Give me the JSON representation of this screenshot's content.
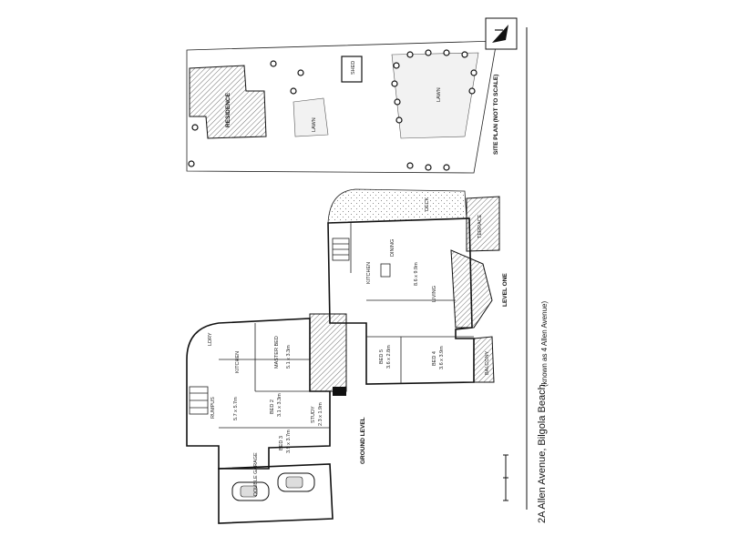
{
  "title": "2A Allen Avenue, Bilgola Beach",
  "subtitle": "(known as 4 Allen Avenue)",
  "site_plan": {
    "heading": "SITE PLAN (NOT TO SCALE)",
    "residence": "RESIDENCE",
    "shed": "SHED",
    "lawn_1": "LAWN",
    "lawn_2": "LAWN"
  },
  "level_one": {
    "heading": "LEVEL ONE",
    "deck": "DECK",
    "terrace": "TERRACE",
    "balcony": "BALCONY",
    "dining": "DINING",
    "kitchen": "KITCHEN",
    "living": "LIVING",
    "living_size": "8.6 x 9.9m",
    "bed5": "BED 5",
    "bed5_size": "3.6 x 2.8m",
    "bed4": "BED 4",
    "bed4_size": "3.6 x 3.9m"
  },
  "ground_level": {
    "heading": "GROUND LEVEL",
    "rumpus": "RUMPUS",
    "rumpus_size": "5.7 x 5.7m",
    "kitchen": "KITCHEN",
    "laundry": "LDRY",
    "master_bed": "MASTER BED",
    "master_bed_size": "5.1 x 3.3m",
    "bed2": "BED 2",
    "bed2_size": "3.1 x 3.3m",
    "bed3": "BED 3",
    "bed3_size": "3.9 x 3.7m",
    "study": "STUDY",
    "study_size": "2.3 x 1.9m",
    "garage_note": "DOUBLE GARAGE"
  }
}
